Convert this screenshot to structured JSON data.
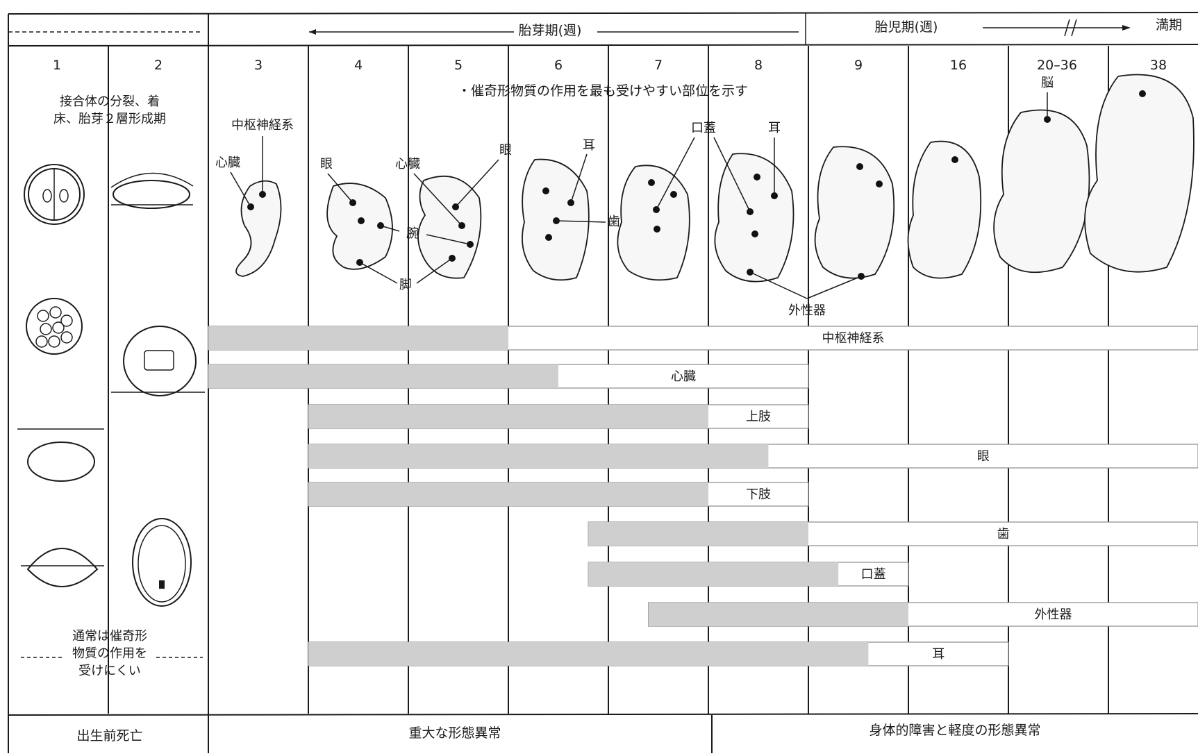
{
  "header": {
    "embryonic": "胎芽期(週)",
    "fetal": "胎児期(週)",
    "term": "満期"
  },
  "weeks": [
    "1",
    "2",
    "3",
    "4",
    "5",
    "6",
    "7",
    "8",
    "9",
    "16",
    "20–36",
    "38"
  ],
  "notes": {
    "weeks12": "接合体の分裂、着床、胎芽２層形成期",
    "sensitive": "・催奇形物質の作用を最も受けやすい部位を示す",
    "resistant": "通常は催奇形物質の作用を受けにくい"
  },
  "labels": {
    "cns": "中枢神経系",
    "heart": "心臓",
    "eye": "眼",
    "arm": "腕",
    "leg": "脚",
    "ear": "耳",
    "teeth": "歯",
    "palate": "口蓋",
    "brain": "脳",
    "genitalia": "外性器"
  },
  "bars": [
    {
      "label": "中枢神経系",
      "severe": [
        3,
        6
      ],
      "minor": [
        6,
        38
      ]
    },
    {
      "label": "心臓",
      "severe": [
        3,
        6.5
      ],
      "minor": [
        6.5,
        9
      ]
    },
    {
      "label": "上肢",
      "severe": [
        4,
        8
      ],
      "minor": [
        8,
        9
      ]
    },
    {
      "label": "眼",
      "severe": [
        4,
        8.6
      ],
      "minor": [
        8.6,
        38
      ]
    },
    {
      "label": "下肢",
      "severe": [
        4,
        8
      ],
      "minor": [
        8,
        9
      ]
    },
    {
      "label": "歯",
      "severe": [
        6.8,
        9
      ],
      "minor": [
        9,
        38
      ]
    },
    {
      "label": "口蓋",
      "severe": [
        6.8,
        9.3
      ],
      "minor": [
        9.3,
        10
      ]
    },
    {
      "label": "外性器",
      "severe": [
        7.4,
        10
      ],
      "minor": [
        10,
        38
      ]
    },
    {
      "label": "耳",
      "severe": [
        4,
        9.6
      ],
      "minor": [
        9.6,
        11
      ]
    }
  ],
  "footer": {
    "prenatal_death": "出生前死亡",
    "major": "重大な形態異常",
    "minor": "身体的障害と軽度の形態異常"
  }
}
